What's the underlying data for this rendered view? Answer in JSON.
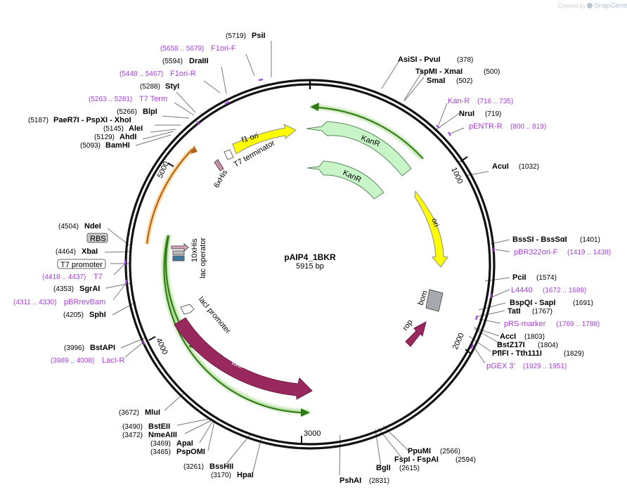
{
  "credit": {
    "prefix": "Created by",
    "brand": "SnapGene"
  },
  "plasmid": {
    "name": "pAIP4_1BKR",
    "size": "5915 bp"
  },
  "ticks": [
    "1000",
    "2000",
    "3000",
    "4000",
    "5000"
  ],
  "sites": [
    {
      "pos": "(5719)",
      "name": "PsiI"
    },
    {
      "pos": "(5594)",
      "name": "DraIII"
    },
    {
      "pos": "(5288)",
      "name": "StyI"
    },
    {
      "pos": "(5266)",
      "name": "BlpI"
    },
    {
      "pos": "(5187)",
      "name": "PaeR7I   - PspXI   - XhoI"
    },
    {
      "pos": "(5145)",
      "name": "AleI"
    },
    {
      "pos": "(5129)",
      "name": "AhdI"
    },
    {
      "pos": "(5093)",
      "name": "BamHI"
    },
    {
      "pos": "(4504)",
      "name": "NdeI"
    },
    {
      "pos": "(4464)",
      "name": "XbaI"
    },
    {
      "pos": "(4353)",
      "name": "SgrAI"
    },
    {
      "pos": "(4205)",
      "name": "SphI"
    },
    {
      "pos": "(3996)",
      "name": "BstAPI"
    },
    {
      "pos": "(3672)",
      "name": "MluI"
    },
    {
      "pos": "(3490)",
      "name": "BstEII"
    },
    {
      "pos": "(3472)",
      "name": "NmeAIII"
    },
    {
      "pos": "(3469)",
      "name": "ApaI"
    },
    {
      "pos": "(3465)",
      "name": "PspOMI"
    },
    {
      "pos": "(3261)",
      "name": "BssHII"
    },
    {
      "pos": "(3170)",
      "name": "HpaI"
    },
    {
      "name": "AsiSI   - PvuI",
      "pos": "(378)"
    },
    {
      "name": "TspMI   - XmaI",
      "pos": "(500)"
    },
    {
      "name": "SmaI",
      "pos": "(502)"
    },
    {
      "name": "NruI",
      "pos": "(719)"
    },
    {
      "name": "AcuI",
      "pos": "(1032)"
    },
    {
      "name": "BssSI   - BssSαI",
      "pos": "(1401)"
    },
    {
      "name": "PciI",
      "pos": "(1574)"
    },
    {
      "name": "BspQI   - SapI",
      "pos": "(1691)"
    },
    {
      "name": "TatI",
      "pos": "(1767)"
    },
    {
      "name": "AccI",
      "pos": "(1803)"
    },
    {
      "name": "BstZ17I",
      "pos": "(1804)"
    },
    {
      "name": "PflFI   - Tth111I",
      "pos": "(1829)"
    },
    {
      "name": "PpuMI",
      "pos": "(2566)"
    },
    {
      "name": "FspI   - FspAI",
      "pos": "(2594)"
    },
    {
      "name": "BglI",
      "pos": "(2615)"
    },
    {
      "name": "PshAI",
      "pos": "(2831)"
    }
  ],
  "primers": [
    {
      "range": "(5658 .. 5679)",
      "name": "F1ori-F"
    },
    {
      "range": "(5448 .. 5467)",
      "name": "F1ori-R"
    },
    {
      "range": "(5263 .. 5281)",
      "name": "T7 Term"
    },
    {
      "range": "(4418 .. 4437)",
      "name": "T7"
    },
    {
      "range": "(4311 .. 4330)",
      "name": "pBRrevBam"
    },
    {
      "range": "(3989 .. 4008)",
      "name": "LacI-R"
    },
    {
      "name": "Kan-R",
      "range": "(716 .. 735)"
    },
    {
      "name": "pENTR-R",
      "range": "(800 .. 819)"
    },
    {
      "name": "pBR322ori-F",
      "range": "(1419 .. 1438)"
    },
    {
      "name": "L4440",
      "range": "(1672 .. 1689)"
    },
    {
      "name": "pRS-marker",
      "range": "(1769 .. 1788)"
    },
    {
      "name": "pGEX 3'",
      "range": "(1929 .. 1951)"
    }
  ],
  "boxed": {
    "rbs": "RBS",
    "t7promoter": "T7 promoter"
  },
  "features": {
    "f1ori": "f1 ori",
    "kanR": "KanR",
    "ori": "ori",
    "bom": "bom",
    "rop": "rop",
    "lacI": "lacI",
    "lacIpromoter": "lacI promoter",
    "lacOperator": "lac operator",
    "his10": "10xHis",
    "his6": "6xHis",
    "t7terminator": "T7 terminator"
  },
  "colors": {
    "kan": "#c8f5c8",
    "ori": "#ffff00",
    "f1ori": "#ffff00",
    "lacI": "#99285f",
    "rop": "#99285f",
    "bom": "#a6a9ad",
    "primer": "#a33fd6",
    "highlight": "#5cb82e"
  }
}
